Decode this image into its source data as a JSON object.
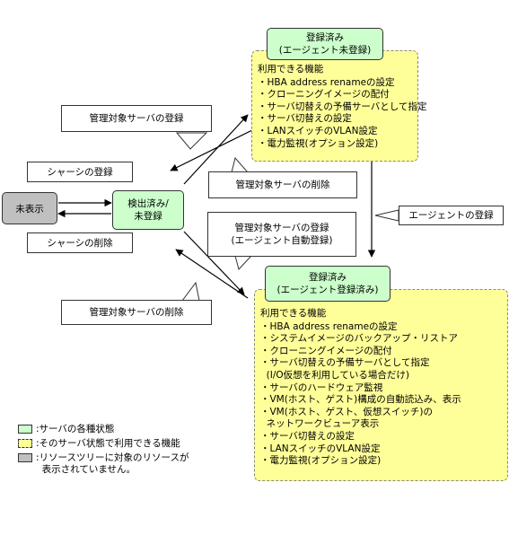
{
  "states": {
    "unshown": "未表示",
    "detected": [
      "検出済み/",
      "未登録"
    ],
    "registered_no_agent": [
      "登録済み",
      "(エージェント未登録)"
    ],
    "registered_agent": [
      "登録済み",
      "(エージェント登録済み)"
    ]
  },
  "functions_no_agent": {
    "heading": "利用できる機能",
    "items": [
      "・HBA address renameの設定",
      "・クローニングイメージの配付",
      "・サーバ切替えの予備サーバとして指定",
      "・サーバ切替えの設定",
      "・LANスイッチのVLAN設定",
      "・電力監視(オプション設定)"
    ]
  },
  "functions_agent": {
    "heading": "利用できる機能",
    "items": [
      "・HBA address renameの設定",
      "・システムイメージのバックアップ・リストア",
      "・クローニングイメージの配付",
      "・サーバ切替えの予備サーバとして指定",
      "  (I/O仮想を利用している場合だけ)",
      "・サーバのハードウェア監視",
      "・VM(ホスト、ゲスト)構成の自動読込み、表示",
      "・VM(ホスト、ゲスト、仮想スイッチ)の",
      "  ネットワークビューア表示",
      "・サーバ切替えの設定",
      "・LANスイッチのVLAN設定",
      "・電力監視(オプション設定)"
    ]
  },
  "transitions": {
    "register_server_top": "管理対象サーバの登録",
    "register_chassis": "シャーシの登録",
    "delete_chassis": "シャーシの削除",
    "delete_server_mid": "管理対象サーバの削除",
    "register_server_auto": [
      "管理対象サーバの登録",
      "(エージェント自動登録)"
    ],
    "register_agent": "エージェントの登録",
    "delete_server_bottom": "管理対象サーバの削除"
  },
  "legend": {
    "state": ":サーバの各種状態",
    "functions": ":そのサーバ状態で利用できる機能",
    "not_shown": [
      ":リソースツリーに対象のリソースが",
      "  表示されていません。"
    ]
  },
  "colors": {
    "state_fill": "#ccffcc",
    "function_fill": "#ffff99",
    "unshown_fill": "#c0c0c0"
  }
}
